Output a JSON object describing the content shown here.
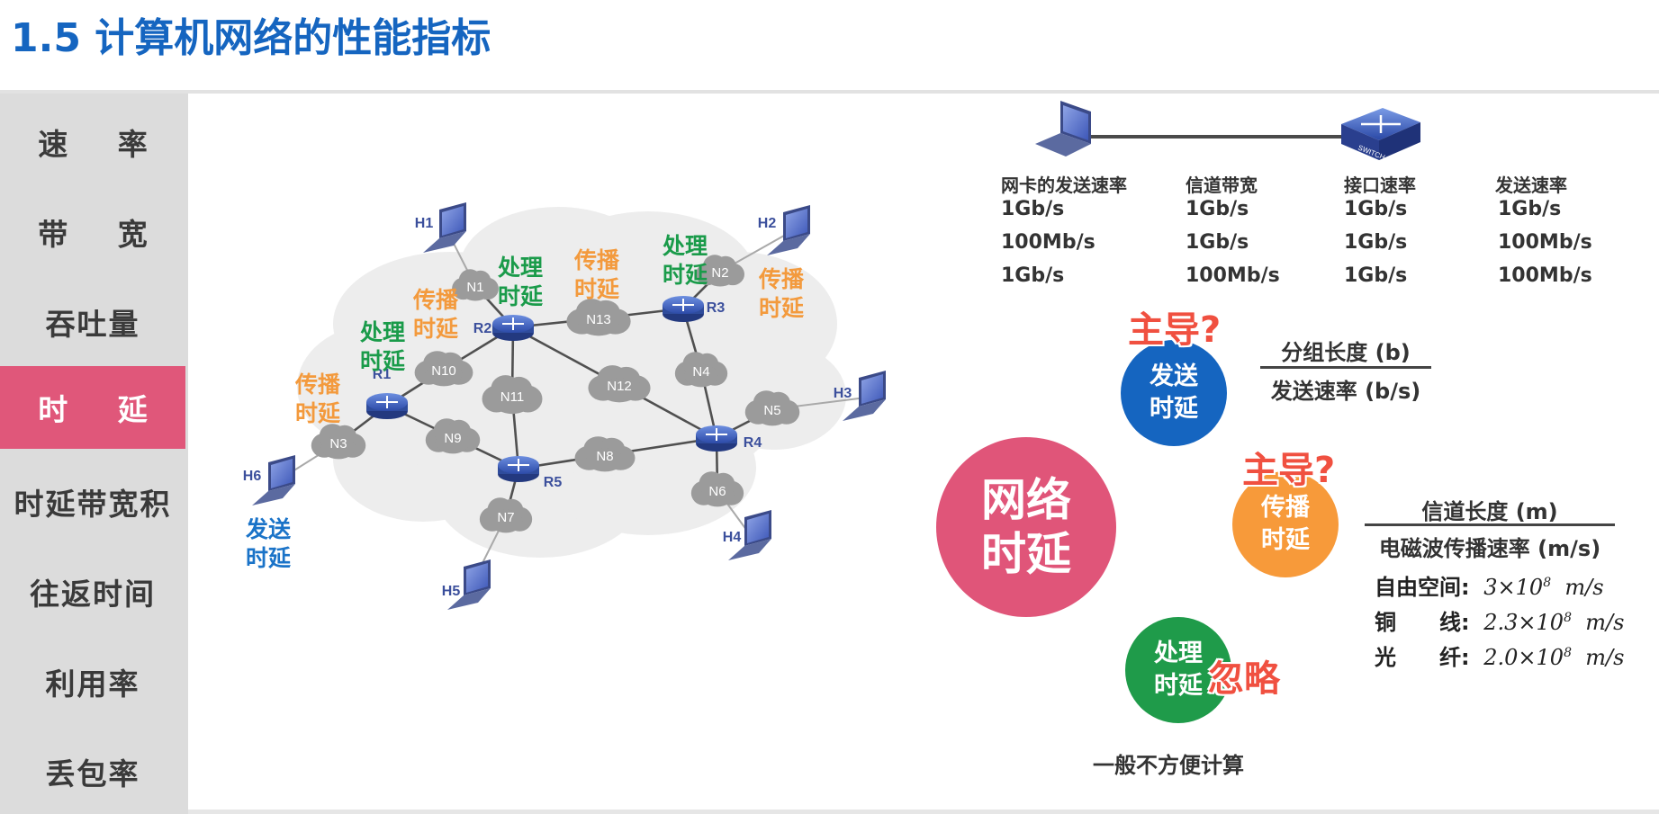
{
  "page": {
    "title": "1.5 计算机网络的性能指标"
  },
  "sidebar": {
    "items": [
      {
        "label": "速 率",
        "active": false
      },
      {
        "label": "带 宽",
        "active": false
      },
      {
        "label": "吞吐量",
        "active": false
      },
      {
        "label": "时 延",
        "active": true
      },
      {
        "label": "时延带宽积",
        "active": false
      },
      {
        "label": "往返时间",
        "active": false
      },
      {
        "label": "利用率",
        "active": false
      },
      {
        "label": "丢包率",
        "active": false
      }
    ]
  },
  "network": {
    "hosts": [
      "H1",
      "H2",
      "H3",
      "H4",
      "H5",
      "H6"
    ],
    "routers": [
      "R1",
      "R2",
      "R3",
      "R4",
      "R5"
    ],
    "nodes": [
      "N1",
      "N2",
      "N3",
      "N4",
      "N5",
      "N6",
      "N7",
      "N8",
      "N9",
      "N10",
      "N11",
      "N12",
      "N13"
    ],
    "labels": {
      "proc_l1": "处理",
      "proc_l2": "时延",
      "prop_l1": "传播",
      "prop_l2": "时延",
      "send_l1": "发送",
      "send_l2": "时延"
    },
    "colors": {
      "processing": "#1a9b4a",
      "propagation": "#f39a3d",
      "sending": "#1a73c8"
    }
  },
  "link_table": {
    "headers": [
      "网卡的发送速率",
      "信道带宽",
      "接口速率",
      "发送速率"
    ],
    "rows": [
      [
        "1Gb/s",
        "1Gb/s",
        "1Gb/s",
        "1Gb/s"
      ],
      [
        "100Mb/s",
        "1Gb/s",
        "1Gb/s",
        "100Mb/s"
      ],
      [
        "1Gb/s",
        "100Mb/s",
        "1Gb/s",
        "100Mb/s"
      ]
    ],
    "switch_text": "SWITCH"
  },
  "delay": {
    "network_l1": "网络",
    "network_l2": "时延",
    "send_l1": "发送",
    "send_l2": "时延",
    "prop_l1": "传播",
    "prop_l2": "时延",
    "proc_l1": "处理",
    "proc_l2": "时延",
    "lead_q": "主导?",
    "ignore": "忽略",
    "send_formula": {
      "numerator": "分组长度 (b)",
      "denominator": "发送速率 (b/s)"
    },
    "prop_formula": {
      "numerator": "信道长度 (m)",
      "denominator": "电磁波传播速率 (m/s)"
    },
    "speeds": [
      {
        "medium": "自由空间:",
        "mantissa": "3",
        "exp": "8",
        "unit": "m/s"
      },
      {
        "medium": "铜　　线:",
        "mantissa": "2.3",
        "exp": "8",
        "unit": "m/s"
      },
      {
        "medium": "光　　纤:",
        "mantissa": "2.0",
        "exp": "8",
        "unit": "m/s"
      }
    ],
    "note": "一般不方便计算",
    "colors": {
      "network": "#e05579",
      "send": "#1565c0",
      "prop": "#f79a3a",
      "proc": "#1f9b4a"
    }
  }
}
